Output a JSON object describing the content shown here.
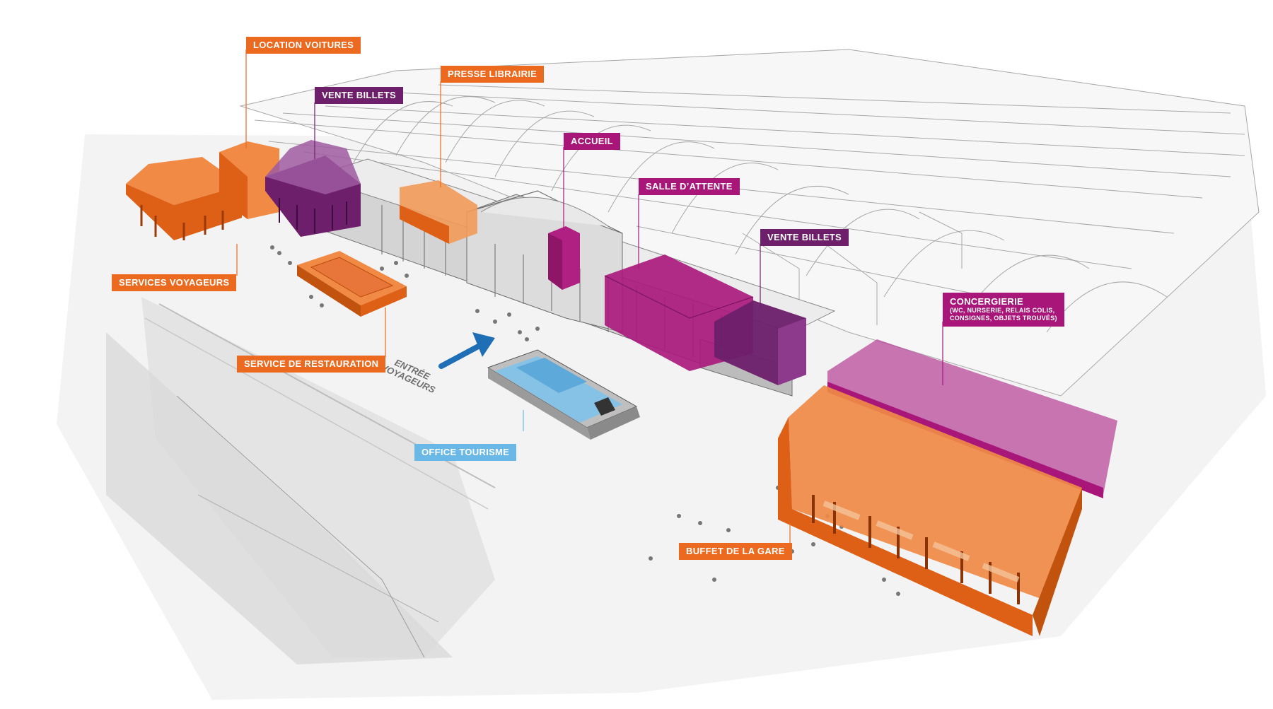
{
  "labels": {
    "location_voitures": "LOCATION VOITURES",
    "vente_billets_west": "VENTE BILLETS",
    "presse_librairie": "PRESSE LIBRAIRIE",
    "accueil": "ACCUEIL",
    "salle_attente": "SALLE D’ATTENTE",
    "vente_billets_east": "VENTE BILLETS",
    "concergierie_title": "CONCERGIERIE",
    "concergierie_detail_1": "(WC, NURSERIE, RELAIS COLIS,",
    "concergierie_detail_2": "CONSIGNES, OBJETS TROUVÉS)",
    "services_voyageurs": "SERVICES VOYAGEURS",
    "service_restauration": "SERVICE DE RESTAURATION",
    "office_tourisme": "OFFICE TOURISME",
    "buffet_gare": "BUFFET DE LA GARE",
    "entree_line1": "ENTRÉE",
    "entree_line2": "VOYAGEURS"
  },
  "colors": {
    "orange": "#ec6a1f",
    "violet": "#6d1f6b",
    "magenta": "#a8167a",
    "blue": "#69b8e6",
    "arrow": "#1e6fb5"
  },
  "icons": {
    "entrance_arrow": "arrow-up-right-icon"
  }
}
